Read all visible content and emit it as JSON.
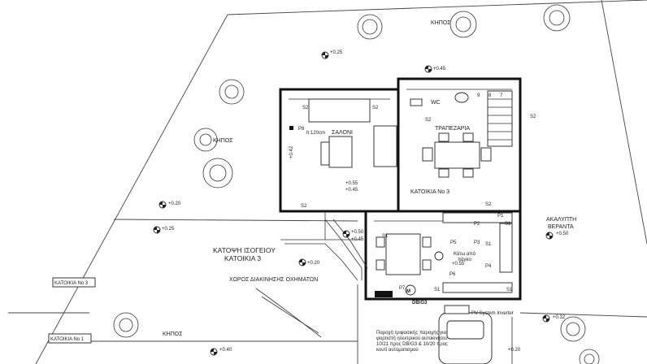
{
  "labels": {
    "kipos_top": "ΚΗΠΟΣ",
    "kipos_left": "ΚΗΠΟΣ",
    "kipos_bottom": "ΚΗΠΟΣ",
    "saloni": "ΣΑΛΟΝΙ",
    "trapezaria": "ΤΡΑΠΕΖΑΡΙΑ",
    "katoikia_no3_room": "ΚΑΤΟΙΚΙΑ Νο 3",
    "akalypti_line1": "ΑΚΑΛΥΠΤΗ",
    "akalypti_line2": "ΒΕΡΑΝΤΑ",
    "katopsi_line1": "ΚΑΤΟΨΗ ΙΣΟΓΕΙΟΥ",
    "katopsi_line2": "ΚΑΤΟΙΚΙΑ 3",
    "parking": "ΧΩΡΟΣ ΔΙΑΚΙΝΗΣΗΣ ΟΧΗΜΑΤΩΝ",
    "katoikia_no3_box": "ΚΑΤΟΙΚΙΑ Νο 3",
    "katoikia_no1_box": "ΚΑΤΟΙΚΙΑ Νο 1",
    "pv_inverter": "PV System Inverter",
    "db_g3": "DB/G3",
    "wc": "WC",
    "note_line1": "Παροχή τριφασικής παροχής για",
    "note_line2": "φορτιστή ηλεκτρικού αυτοκινήτου",
    "note_line3": "10/21 προς DB/G3 & 10/20 προς",
    "note_line4": "κουτί αυτοματισμού",
    "kato_apo_line1": "Κάτω από",
    "kato_apo_line2": "πάγκο",
    "h120": "h:120cm",
    "val_0_25": "+0.25",
    "val_0_45_top": "+0.45",
    "val_0_42": "+0.42",
    "val_0_55_0_45_line1": "+0.55",
    "val_0_55_0_45_line2": "+0.45",
    "val_0_20_left": "+0.20",
    "val_0_25_left": "+0.25",
    "val_0_50_mid_line1": "+0.50",
    "val_0_50_mid_line2": "+0.45",
    "val_0_20_mid": "+0.20",
    "val_0_55_kitchen": "+0.55",
    "val_0_50_right": "+0.50",
    "val_0_32": "+0.32",
    "val_0_40": "+0.40",
    "val_0_20_bottom": "+0.20"
  },
  "symbols": {
    "s2": "S2",
    "s1": "S1",
    "p1": "P1",
    "p2": "P2",
    "p3": "P3",
    "p4": "P4",
    "p5": "P5",
    "p6": "P6",
    "p7": "P7",
    "p8": "P8",
    "m": "M"
  },
  "stairs": {
    "n7": "7",
    "n8": "8",
    "n9": "9"
  }
}
